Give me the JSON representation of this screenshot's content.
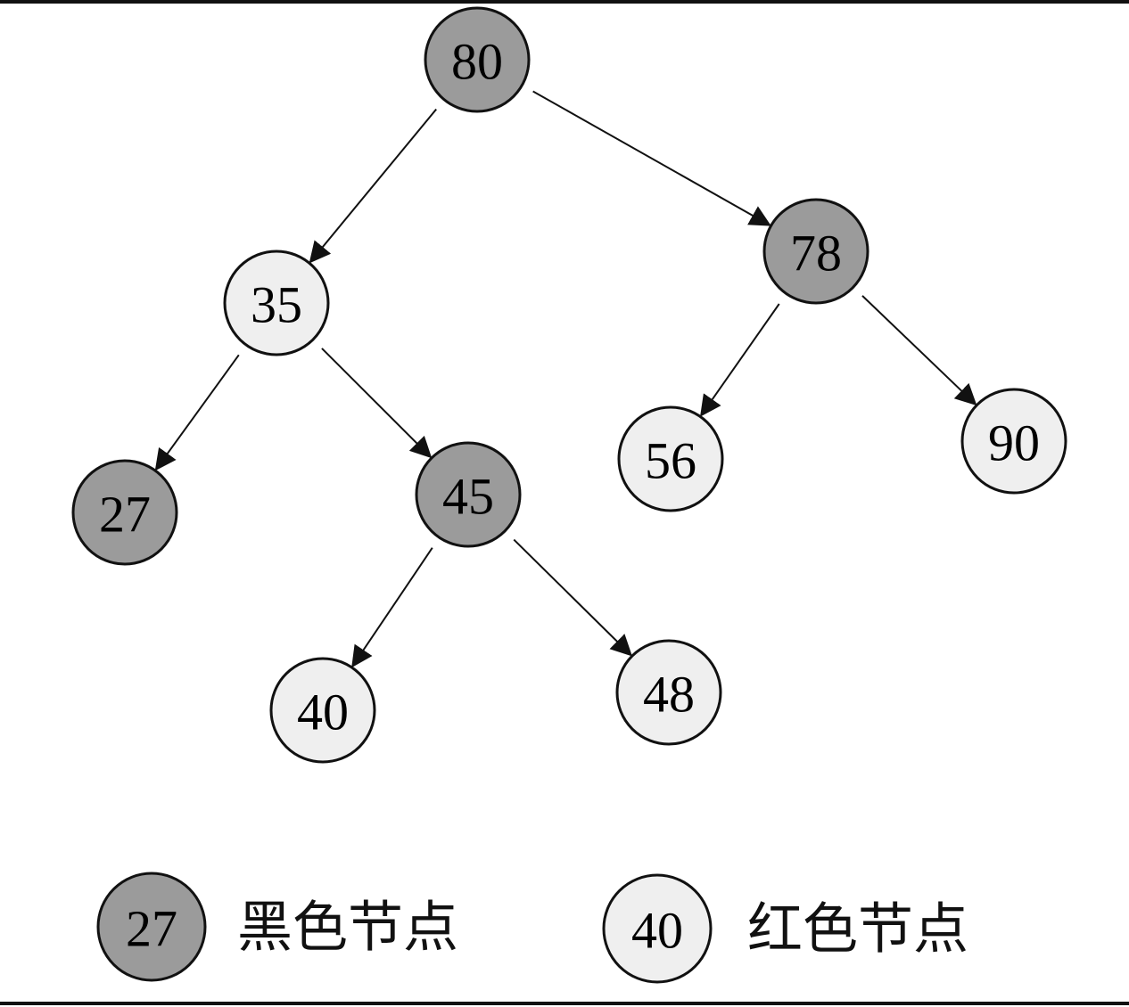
{
  "tree": {
    "nodes": [
      {
        "id": "n80",
        "label": "80",
        "color": "black"
      },
      {
        "id": "n35",
        "label": "35",
        "color": "red"
      },
      {
        "id": "n78",
        "label": "78",
        "color": "black"
      },
      {
        "id": "n27",
        "label": "27",
        "color": "black"
      },
      {
        "id": "n45",
        "label": "45",
        "color": "black"
      },
      {
        "id": "n56",
        "label": "56",
        "color": "red"
      },
      {
        "id": "n90",
        "label": "90",
        "color": "red"
      },
      {
        "id": "n40",
        "label": "40",
        "color": "red"
      },
      {
        "id": "n48",
        "label": "48",
        "color": "red"
      }
    ],
    "edges": [
      {
        "from": "n80",
        "to": "n35"
      },
      {
        "from": "n80",
        "to": "n78"
      },
      {
        "from": "n35",
        "to": "n27"
      },
      {
        "from": "n35",
        "to": "n45"
      },
      {
        "from": "n78",
        "to": "n56"
      },
      {
        "from": "n78",
        "to": "n90"
      },
      {
        "from": "n45",
        "to": "n40"
      },
      {
        "from": "n45",
        "to": "n48"
      }
    ]
  },
  "legend": {
    "black": {
      "sample": "27",
      "label": "黑色节点"
    },
    "red": {
      "sample": "40",
      "label": "红色节点"
    }
  },
  "colors": {
    "black_fill": "#9b9b9b",
    "red_fill": "#efefef",
    "stroke": "#111111"
  }
}
